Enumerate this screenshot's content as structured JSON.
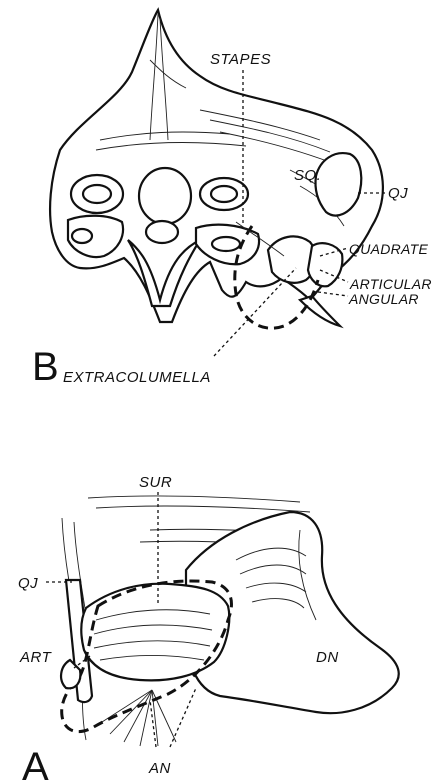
{
  "panel_b": {
    "letter": "B",
    "labels": {
      "stapes": "STAPES",
      "sq": "SQ.",
      "qj": "QJ",
      "quadrate": "QUADRATE",
      "articular": "ARTICULAR",
      "angular": "ANGULAR",
      "extracolumella": "EXTRACOLUMELLA"
    }
  },
  "panel_a": {
    "letter": "A",
    "labels": {
      "sur": "SUR",
      "qj": "QJ",
      "art": "ART",
      "dn": "DN",
      "an": "AN"
    }
  }
}
